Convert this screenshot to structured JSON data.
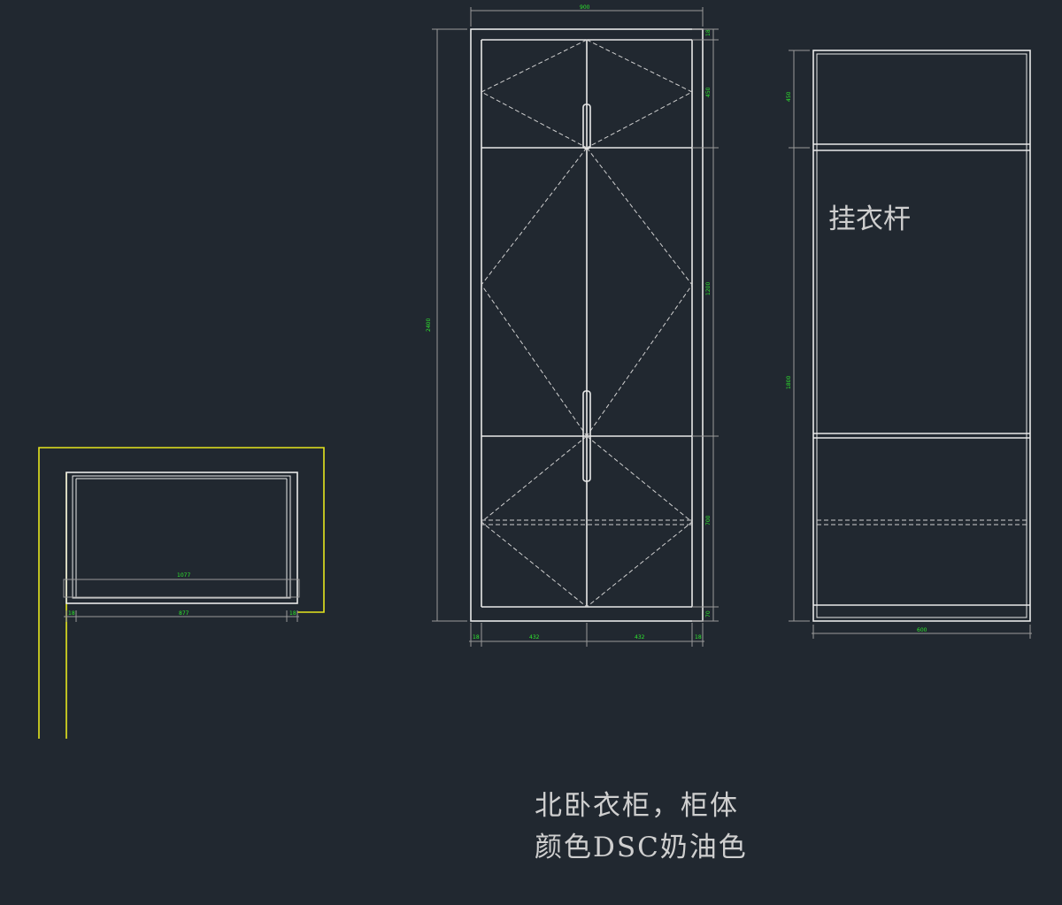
{
  "front_view": {
    "dims": {
      "total_width": "900",
      "total_height": "2400",
      "right_top": "18",
      "right_upper": "450",
      "right_middle": "1200",
      "right_lower": "700",
      "right_bottom": "70",
      "bottom_left": "18",
      "bottom_door_left": "432",
      "bottom_door_right": "432",
      "bottom_right": "18"
    }
  },
  "side_view": {
    "label": "挂衣杆",
    "dims": {
      "top": "450",
      "middle": "1800",
      "bottom_width": "600"
    }
  },
  "plan_view": {
    "dims": {
      "inner_width": "1077",
      "width": "877",
      "left_small": "18",
      "right_small": "18"
    }
  },
  "caption": {
    "line1": "北卧衣柜，柜体",
    "line2": "颜色DSC奶油色"
  },
  "colors": {
    "background": "#212830",
    "line": "#e8e8e8",
    "dimension_text": "#2ee82e",
    "wall": "#e6e61e"
  }
}
